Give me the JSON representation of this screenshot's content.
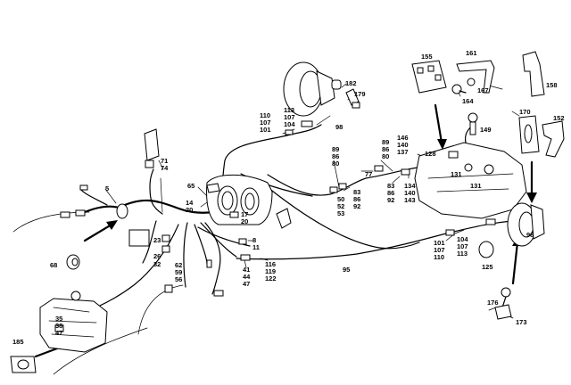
{
  "colors": {
    "line": "#000000",
    "background": "#ffffff"
  },
  "callouts": {
    "c5": "5",
    "c68": "68",
    "c185": "185",
    "c35_38_47": [
      "35",
      "38",
      "47"
    ],
    "c23_26_32": [
      "23",
      "26",
      "32"
    ],
    "c62_59_56": [
      "62",
      "59",
      "56"
    ],
    "c65": "65",
    "c14_20": [
      "14",
      "20"
    ],
    "c71_74": [
      "71",
      "74"
    ],
    "c17_20": [
      "17",
      "20"
    ],
    "c8_11": [
      "8",
      "11"
    ],
    "c41_44_47": [
      "41",
      "44",
      "47"
    ],
    "c116_119_122": [
      "116",
      "119",
      "122"
    ],
    "c95": "95",
    "c110_107_101": [
      "110",
      "107",
      "101"
    ],
    "c113_107_104": [
      "113",
      "107",
      "104"
    ],
    "c98_top": "98",
    "c182": "182",
    "c179": "179",
    "c89_86_80_a": [
      "89",
      "86",
      "80"
    ],
    "c83_86_92_a": [
      "83",
      "86",
      "92"
    ],
    "c50_52_53": [
      "50",
      "52",
      "53"
    ],
    "c77": "77",
    "c89_86_80_b": [
      "89",
      "86",
      "80"
    ],
    "c146_140_137": [
      "146",
      "140",
      "137"
    ],
    "c83_86_92_b": [
      "83",
      "86",
      "92"
    ],
    "c134_140_143": [
      "134",
      "140",
      "143"
    ],
    "c128": "128",
    "c131_a": "131",
    "c131_b": "131",
    "c149": "149",
    "c155": "155",
    "c161": "161",
    "c167": "167",
    "c164": "164",
    "c158": "158",
    "c170": "170",
    "c152": "152",
    "c101_107_110": [
      "101",
      "107",
      "110"
    ],
    "c104_107_113": [
      "104",
      "107",
      "113"
    ],
    "c98_right": "98",
    "c125": "125",
    "c176": "176",
    "c173": "173"
  }
}
